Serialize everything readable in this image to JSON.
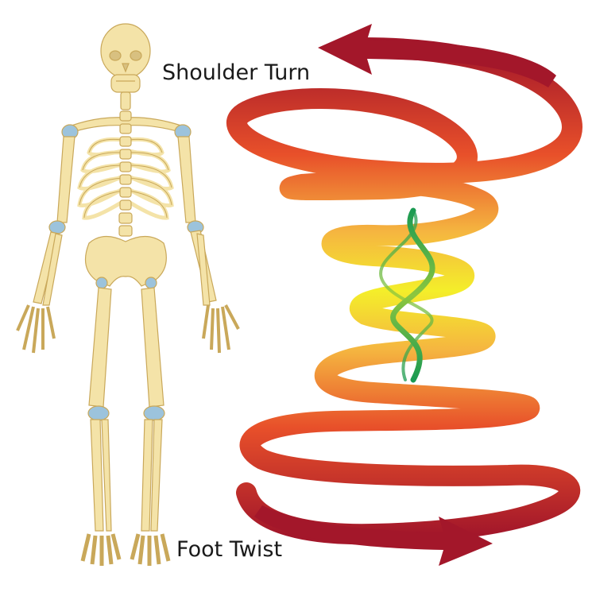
{
  "labels": {
    "top": "Shoulder Turn",
    "bottom": "Foot Twist"
  },
  "illustration": {
    "figure": "skeleton-front-view",
    "figure_colors": {
      "bone": "#f4e3a8",
      "bone_outline": "#c9a85a",
      "joint": "#9cc3dc"
    },
    "spiral_gradient": [
      "#a3172a",
      "#e8502a",
      "#f5b640",
      "#f4ee2a",
      "#8cc63f",
      "#1a9a52"
    ],
    "arrows": [
      "arrow-left-top",
      "arrow-right-bottom"
    ]
  }
}
